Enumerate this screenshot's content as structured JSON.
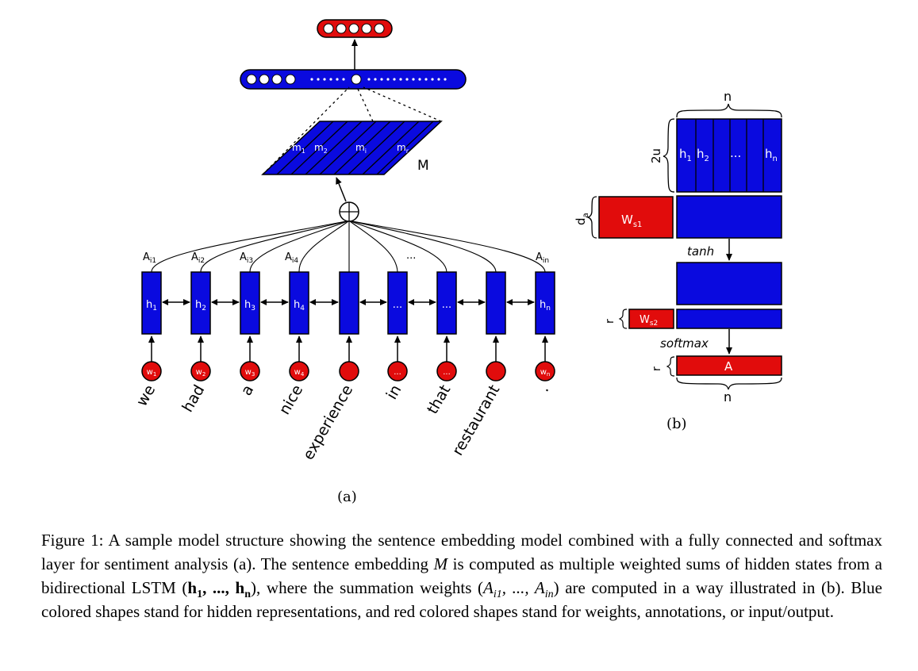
{
  "panel_a": {
    "sub_label": "(a)",
    "words": [
      "we",
      "had",
      "a",
      "nice",
      "experience",
      "in",
      "that",
      "restaurant",
      "."
    ],
    "word_nodes": [
      "w1",
      "w2",
      "w3",
      "w4",
      "",
      "...",
      "...",
      "",
      "wn"
    ],
    "hidden_labels": [
      "h1",
      "h2",
      "h3",
      "h4",
      "",
      "...",
      "...",
      "",
      "hn"
    ],
    "weight_labels": [
      "Ai1",
      "Ai2",
      "Ai3",
      "Ai4",
      "",
      "...",
      "",
      "",
      "Ain"
    ],
    "sum_symbol": "⊕",
    "matrix_label": "M",
    "matrix_cols": [
      "m1",
      "m2",
      "mi",
      "mr"
    ],
    "fc_layer_dots": "••••  ⋯⋯  •  ⋯⋯  ••••",
    "output_layer": "softmax output"
  },
  "panel_b": {
    "sub_label": "(b)",
    "n_top": "n",
    "n_bottom": "n",
    "dim_2u": "2u",
    "dim_da": "da",
    "dim_r1": "r",
    "dim_r2": "r",
    "h_cols": [
      "h1",
      "h2",
      "...",
      "hn"
    ],
    "ws1": "Ws1",
    "ws2": "Ws2",
    "tanh": "tanh",
    "softmax": "softmax",
    "A": "A"
  },
  "caption": {
    "prefix": "Figure 1: A sample model structure showing the sentence embedding model combined with a fully connected and softmax layer for sentiment analysis (a). The sentence embedding ",
    "M": "M",
    "mid1": " is computed as multiple weighted sums of hidden states from a bidirectional LSTM (",
    "h_seq": "h1, ..., hn",
    "mid2": "), where the summation weights (",
    "a_seq": "Ai1, ..., Ain",
    "mid3": ") are computed in a way illustrated in (b). Blue colored shapes stand for hidden representations, and red colored shapes stand for weights, annotations, or input/output."
  },
  "colors": {
    "blue": "#0a0adf",
    "red": "#e10c0c",
    "ink": "#000000"
  }
}
